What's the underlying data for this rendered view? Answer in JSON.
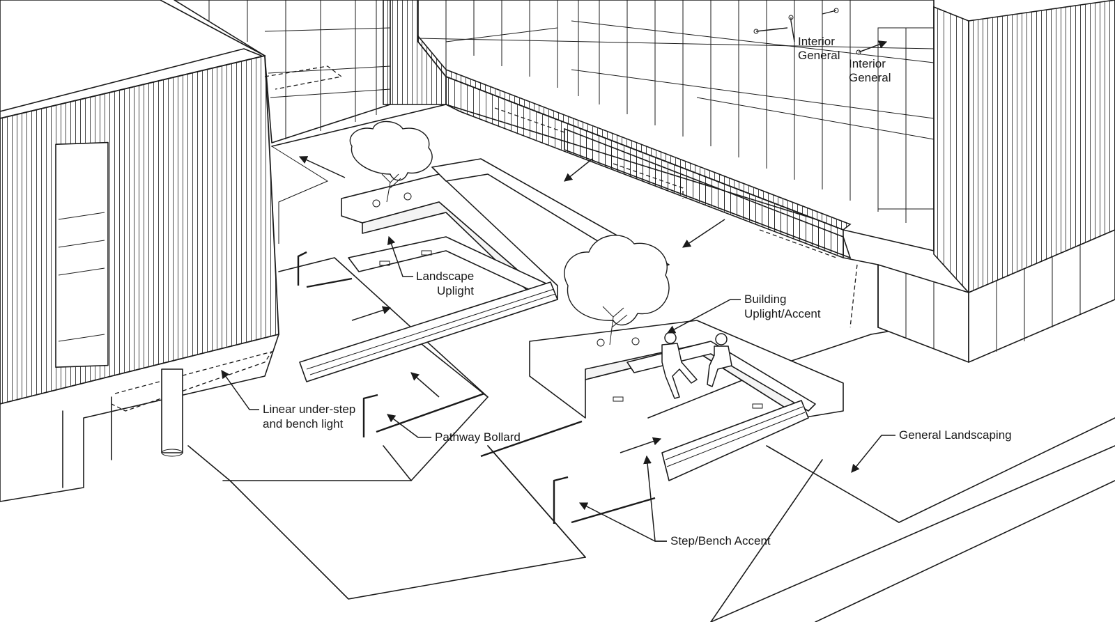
{
  "diagram": {
    "labels": {
      "interior_general_1": [
        "Interior",
        "General"
      ],
      "interior_general_2": [
        "Interior",
        "General"
      ],
      "landscape_uplight": [
        "Landscape",
        "Uplight"
      ],
      "building_uplight": [
        "Building",
        "Uplight/Accent"
      ],
      "linear_understep": [
        "Linear under-step",
        "and bench light"
      ],
      "pathway_bollard": "Pathway Bollard",
      "general_landscaping": "General Landscaping",
      "step_bench_accent": "Step/Bench Accent"
    }
  }
}
